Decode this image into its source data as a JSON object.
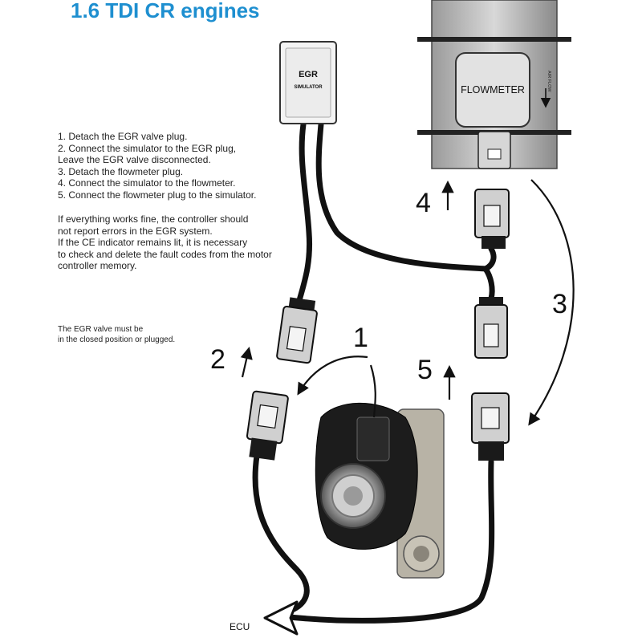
{
  "title": "1.6 TDI CR engines",
  "instructions": [
    "1. Detach the EGR valve plug.",
    "2. Connect the simulator to the EGR plug,",
    "Leave the EGR valve disconnected.",
    "3. Detach the flowmeter plug.",
    "4. Connect the simulator to the flowmeter.",
    "5. Connect the flowmeter plug to the simulator."
  ],
  "notes": [
    "If everything works fine, the controller should",
    "not report errors in the EGR system.",
    "If the CE indicator remains lit, it is necessary",
    "to check and delete the fault codes from the motor",
    "controller memory."
  ],
  "valve_note": [
    "The EGR valve must be",
    "in the closed position or plugged."
  ],
  "simulator": {
    "line1": "EGR",
    "line2": "SIMULATOR"
  },
  "flowmeter": {
    "label": "FLOWMETER",
    "airflow": "AIR FLOW"
  },
  "step_numbers": {
    "n1": "1",
    "n2": "2",
    "n3": "3",
    "n4": "4",
    "n5": "5"
  },
  "ecu_label": "ECU",
  "colors": {
    "title": "#1e8fd0",
    "cable": "#111111",
    "connector": "#d0d0d0"
  }
}
